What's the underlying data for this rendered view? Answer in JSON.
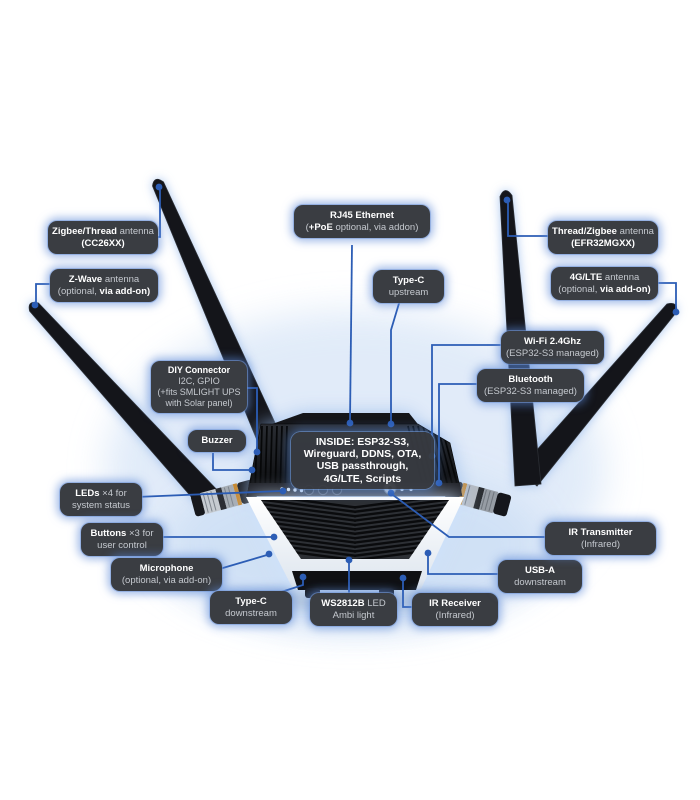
{
  "title": "Smart home router hub feature diagram",
  "colors": {
    "background": "#ffffff",
    "accent_line_blue": "#2c5db5",
    "label_background": "#3a3d42",
    "label_text": "#ffffff",
    "label_subtext": "#c5c9cf",
    "device_black": "#131419",
    "led_band_white": "#f4f7fb",
    "sma_ring_orange": "#c9882b",
    "glow_blue": "#cfe0f5"
  },
  "device": {
    "description": "black hub with four external antennas, heatsink fins, LED diffuser band"
  },
  "labels": {
    "zigbee_thread": {
      "lines": [
        [
          {
            "t": "Zigbee/Thread",
            "b": 1
          },
          {
            "t": " antenna",
            "b": 0
          }
        ],
        [
          {
            "t": "(CC26XX)",
            "b": 1
          }
        ]
      ]
    },
    "z_wave": {
      "lines": [
        [
          {
            "t": "Z-Wave",
            "b": 1
          },
          {
            "t": " antenna",
            "b": 0
          }
        ],
        [
          {
            "t": "(optional, ",
            "b": 0
          },
          {
            "t": "via add-on)",
            "b": 1
          }
        ]
      ]
    },
    "rj45": {
      "lines": [
        [
          {
            "t": "RJ45 Ethernet",
            "b": 1
          }
        ],
        [
          {
            "t": "(",
            "b": 0
          },
          {
            "t": "+PoE",
            "b": 1
          },
          {
            "t": " optional, via addon)",
            "b": 0
          }
        ]
      ]
    },
    "typec_up": {
      "lines": [
        [
          {
            "t": "Type-C",
            "b": 1
          }
        ],
        [
          {
            "t": "upstream",
            "b": 0
          }
        ]
      ]
    },
    "thread_zigbee": {
      "lines": [
        [
          {
            "t": "Thread/Zigbee",
            "b": 1
          },
          {
            "t": " antenna",
            "b": 0
          }
        ],
        [
          {
            "t": "(EFR32MGXX)",
            "b": 1
          }
        ]
      ]
    },
    "lte": {
      "lines": [
        [
          {
            "t": "4G/LTE",
            "b": 1
          },
          {
            "t": " antenna",
            "b": 0
          }
        ],
        [
          {
            "t": "(optional, ",
            "b": 0
          },
          {
            "t": "via add-on)",
            "b": 1
          }
        ]
      ]
    },
    "wifi": {
      "lines": [
        [
          {
            "t": "Wi-Fi 2.4Ghz",
            "b": 1
          }
        ],
        [
          {
            "t": "(ESP32-S3 managed)",
            "b": 0
          }
        ]
      ]
    },
    "bluetooth": {
      "lines": [
        [
          {
            "t": "Bluetooth",
            "b": 1
          }
        ],
        [
          {
            "t": "(ESP32-S3 managed)",
            "b": 0
          }
        ]
      ]
    },
    "diy": {
      "lines": [
        [
          {
            "t": "DIY Connector",
            "b": 1
          }
        ],
        [
          {
            "t": "I2C, GPIO",
            "b": 0
          }
        ],
        [
          {
            "t": "(+fits SMLIGHT UPS",
            "b": 0
          }
        ],
        [
          {
            "t": "with Solar panel)",
            "b": 0
          }
        ]
      ]
    },
    "buzzer": {
      "lines": [
        [
          {
            "t": "Buzzer",
            "b": 1
          }
        ]
      ]
    },
    "inside": {
      "lines": [
        [
          {
            "t": "INSIDE: ESP32-S3,",
            "b": 1
          }
        ],
        [
          {
            "t": "Wireguard, DDNS, OTA,",
            "b": 1
          }
        ],
        [
          {
            "t": "USB passthrough,",
            "b": 1
          }
        ],
        [
          {
            "t": "4G/LTE, Scripts",
            "b": 1
          }
        ]
      ]
    },
    "leds": {
      "lines": [
        [
          {
            "t": "LEDs",
            "b": 1
          },
          {
            "t": " ×4 for",
            "b": 0
          }
        ],
        [
          {
            "t": "system status",
            "b": 0
          }
        ]
      ]
    },
    "buttons": {
      "lines": [
        [
          {
            "t": "Buttons",
            "b": 1
          },
          {
            "t": " ×3 for",
            "b": 0
          }
        ],
        [
          {
            "t": "user control",
            "b": 0
          }
        ]
      ]
    },
    "microphone": {
      "lines": [
        [
          {
            "t": "Microphone",
            "b": 1
          }
        ],
        [
          {
            "t": "(optional, via add-on)",
            "b": 0
          }
        ]
      ]
    },
    "typec_down": {
      "lines": [
        [
          {
            "t": "Type-C",
            "b": 1
          }
        ],
        [
          {
            "t": "downstream",
            "b": 0
          }
        ]
      ]
    },
    "ws2812b": {
      "lines": [
        [
          {
            "t": "WS2812B",
            "b": 1
          },
          {
            "t": " LED",
            "b": 0
          }
        ],
        [
          {
            "t": "Ambi light",
            "b": 0
          }
        ]
      ]
    },
    "ir_receiver": {
      "lines": [
        [
          {
            "t": "IR Receiver",
            "b": 1
          }
        ],
        [
          {
            "t": "(Infrared)",
            "b": 0
          }
        ]
      ]
    },
    "usb_a": {
      "lines": [
        [
          {
            "t": "USB-A",
            "b": 1
          }
        ],
        [
          {
            "t": "downstream",
            "b": 0
          }
        ]
      ]
    },
    "ir_transmitter": {
      "lines": [
        [
          {
            "t": "IR Transmitter",
            "b": 1
          }
        ],
        [
          {
            "t": "(Infrared)",
            "b": 0
          }
        ]
      ]
    }
  }
}
